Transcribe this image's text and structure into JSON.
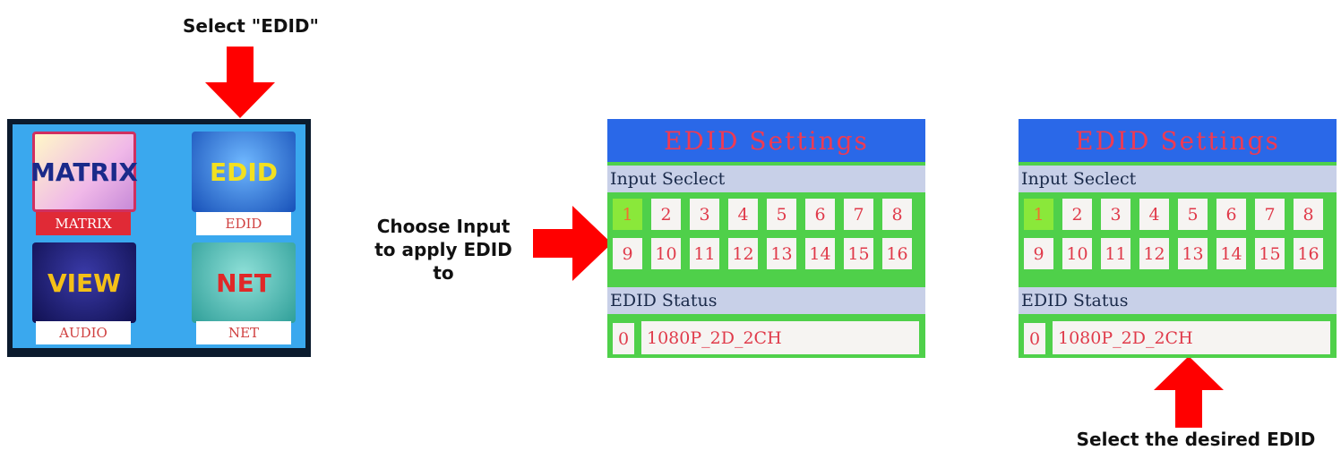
{
  "captions": {
    "select_edid": "Select \"EDID\"",
    "choose_input": "Choose Input to apply EDID to",
    "select_desired": "Select the desired EDID"
  },
  "menu": {
    "tiles": [
      {
        "icon_text": "MATRIX",
        "label": "MATRIX"
      },
      {
        "icon_text": "EDID",
        "label": "EDID"
      },
      {
        "icon_text": "VIEW",
        "label": "AUDIO"
      },
      {
        "icon_text": "NET",
        "label": "NET"
      }
    ]
  },
  "edid": {
    "title": "EDID Settings",
    "input_section": "Input Seclect",
    "status_section": "EDID Status",
    "inputs": [
      "1",
      "2",
      "3",
      "4",
      "5",
      "6",
      "7",
      "8",
      "9",
      "10",
      "11",
      "12",
      "13",
      "14",
      "15",
      "16"
    ],
    "selected_input": "1",
    "status_number": "0",
    "status_value": "1080P_2D_2CH"
  },
  "colors": {
    "arrow": "#ff0000",
    "screen_bg": "#4fd04a",
    "title_bar": "#2a68e8",
    "menu_bg": "#3aa8ee"
  }
}
